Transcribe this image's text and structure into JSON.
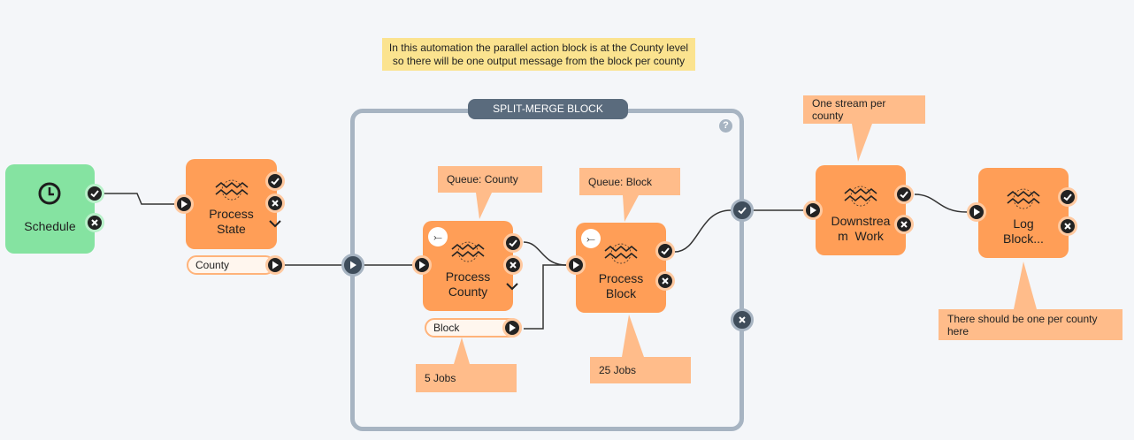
{
  "banner": {
    "line1": "In this automation the parallel action block is at the County level",
    "line2": "so there will be one output message from the block per county"
  },
  "split_merge": {
    "title": "SPLIT-MERGE BLOCK",
    "help_glyph": "?"
  },
  "nodes": {
    "schedule": {
      "label": "Schedule"
    },
    "process_state": {
      "label_line1": "Process",
      "label_line2": "State",
      "field": "County"
    },
    "process_county": {
      "label_line1": "Process",
      "label_line2": "County",
      "field": "Block",
      "split_glyph": "⤚"
    },
    "process_block": {
      "label_line1": "Process",
      "label_line2": "Block",
      "split_glyph": "⤚"
    },
    "downstream": {
      "label_line1": "Downstrea",
      "label_line2": "m  Work"
    },
    "log": {
      "label_line1": "Log",
      "label_line2": "Block..."
    }
  },
  "notes": {
    "queue_county": "Queue: County",
    "queue_block": "Queue: Block",
    "jobs_5": "5 Jobs",
    "jobs_25": "25 Jobs",
    "one_stream": "One stream per county",
    "one_per_county": "There should be one per county here"
  },
  "colors": {
    "action": "#ff9e57",
    "trigger": "#85e3a1",
    "note": "#ffbc8a",
    "banner": "#fbe38f",
    "frame": "#a7b4c2"
  },
  "icons": [
    "clock-icon",
    "check-icon",
    "close-icon",
    "play-icon",
    "chevron-down-icon",
    "logo-icon",
    "split-icon",
    "help-icon"
  ]
}
